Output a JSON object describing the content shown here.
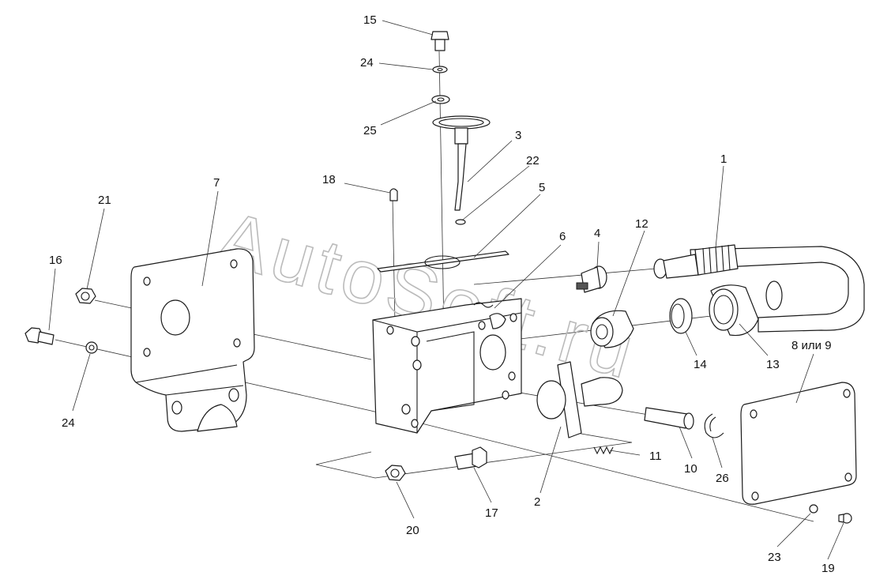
{
  "watermark": "AutoSoft.ru",
  "callouts": {
    "c1": "1",
    "c2": "2",
    "c3": "3",
    "c4": "4",
    "c5": "5",
    "c6": "6",
    "c7": "7",
    "c8": "8 или 9",
    "c10": "10",
    "c11": "11",
    "c12": "12",
    "c13": "13",
    "c14": "14",
    "c15": "15",
    "c16": "16",
    "c17": "17",
    "c18": "18",
    "c19": "19",
    "c20": "20",
    "c21": "21",
    "c22": "22",
    "c23": "23",
    "c24a": "24",
    "c24b": "24",
    "c25": "25",
    "c26": "26"
  }
}
